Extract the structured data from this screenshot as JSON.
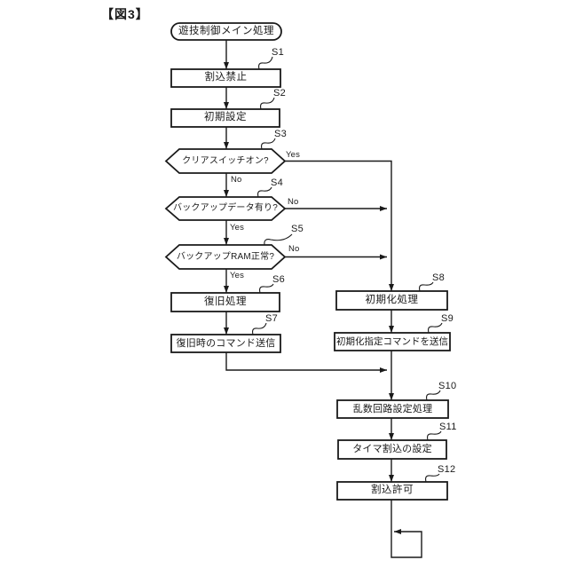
{
  "figure_label": "【図3】",
  "edge_labels": {
    "yes": "Yes",
    "no": "No"
  },
  "nodes": {
    "start": {
      "label": "遊技制御メイン処理"
    },
    "s1": {
      "step": "S1",
      "label": "割込禁止"
    },
    "s2": {
      "step": "S2",
      "label": "初期設定"
    },
    "s3": {
      "step": "S3",
      "label": "クリアスイッチオン?"
    },
    "s4": {
      "step": "S4",
      "label": "バックアップデータ有り?"
    },
    "s5": {
      "step": "S5",
      "label": "バックアップRAM正常?"
    },
    "s6": {
      "step": "S6",
      "label": "復旧処理"
    },
    "s7": {
      "step": "S7",
      "label": "復旧時のコマンド送信"
    },
    "s8": {
      "step": "S8",
      "label": "初期化処理"
    },
    "s9": {
      "step": "S9",
      "label": "初期化指定コマンドを送信"
    },
    "s10": {
      "step": "S10",
      "label": "乱数回路設定処理"
    },
    "s11": {
      "step": "S11",
      "label": "タイマ割込の設定"
    },
    "s12": {
      "step": "S12",
      "label": "割込許可"
    }
  },
  "colors": {
    "line": "#1a1a1a",
    "background": "#ffffff"
  }
}
